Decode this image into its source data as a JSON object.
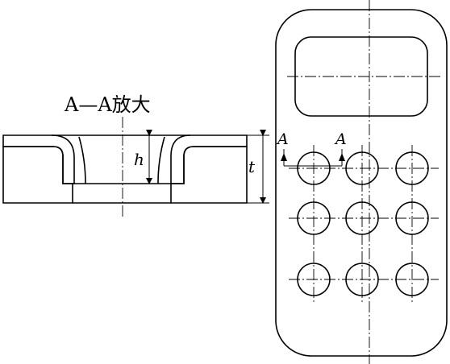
{
  "section_title": "A—A放大",
  "dim_h": "h",
  "dim_t": "t",
  "section_mark": "A",
  "panel_hole_rows": 3,
  "panel_hole_cols": 3
}
